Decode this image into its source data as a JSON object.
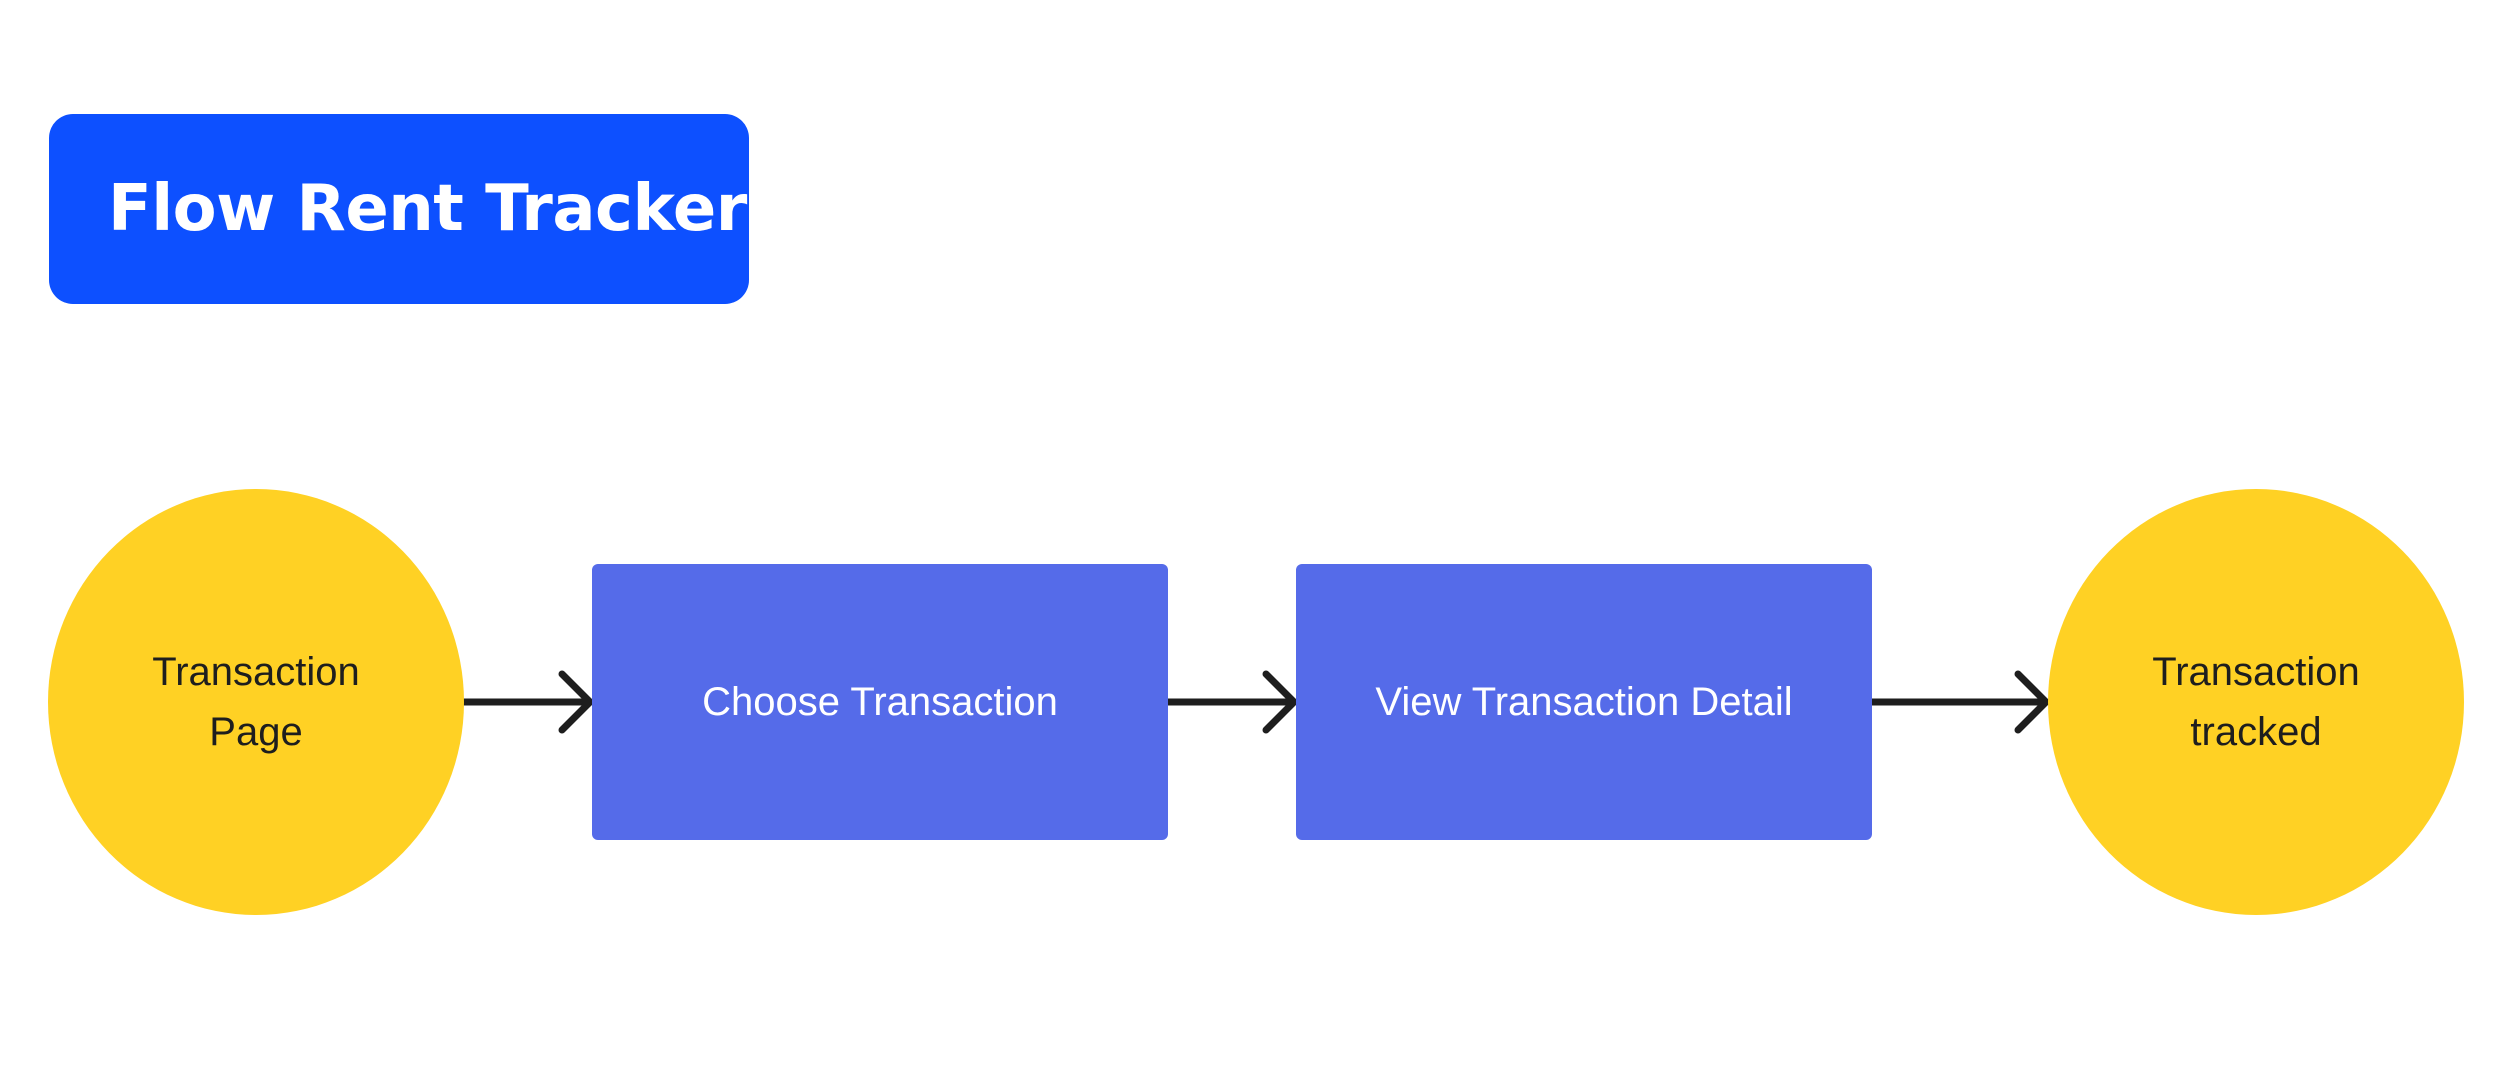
{
  "title": "Flow Rent Tracker",
  "colors": {
    "title_badge": "#0d50ff",
    "start_end_node": "#ffd124",
    "process_node": "#556be9",
    "connector": "#1e1e1e"
  },
  "nodes": [
    {
      "id": "start",
      "shape": "circle",
      "label": "Transaction Page"
    },
    {
      "id": "step1",
      "shape": "rectangle",
      "label": "Choose Transaction"
    },
    {
      "id": "step2",
      "shape": "rectangle",
      "label": "View Transaction Detail"
    },
    {
      "id": "end",
      "shape": "circle",
      "label": "Transaction tracked"
    }
  ],
  "edges": [
    {
      "from": "start",
      "to": "step1"
    },
    {
      "from": "step1",
      "to": "step2"
    },
    {
      "from": "step2",
      "to": "end"
    }
  ]
}
